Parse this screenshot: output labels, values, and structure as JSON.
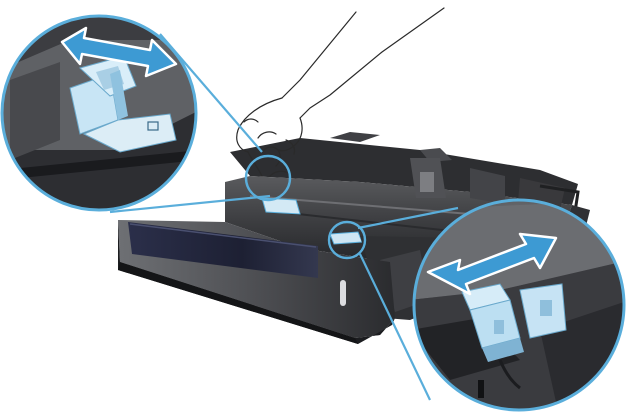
{
  "illustration": {
    "subject": "paper-tray-guide-adjustment",
    "colors": {
      "background": "#ffffff",
      "callout_ring": "#5aaedb",
      "arrow_fill": "#3d9ad3",
      "arrow_stroke": "#ffffff",
      "tray_dark": "#1f2022",
      "tray_mid": "#3b3c3f",
      "tray_light": "#6a6b6e",
      "front_panel": "#2b2f47",
      "guide_blue": "#b8def3",
      "hand_line": "#2a2a2a"
    },
    "callouts": [
      {
        "name": "left-magnified-guide",
        "arrow": "double-headed"
      },
      {
        "name": "right-magnified-guide",
        "arrow": "double-headed"
      }
    ]
  }
}
